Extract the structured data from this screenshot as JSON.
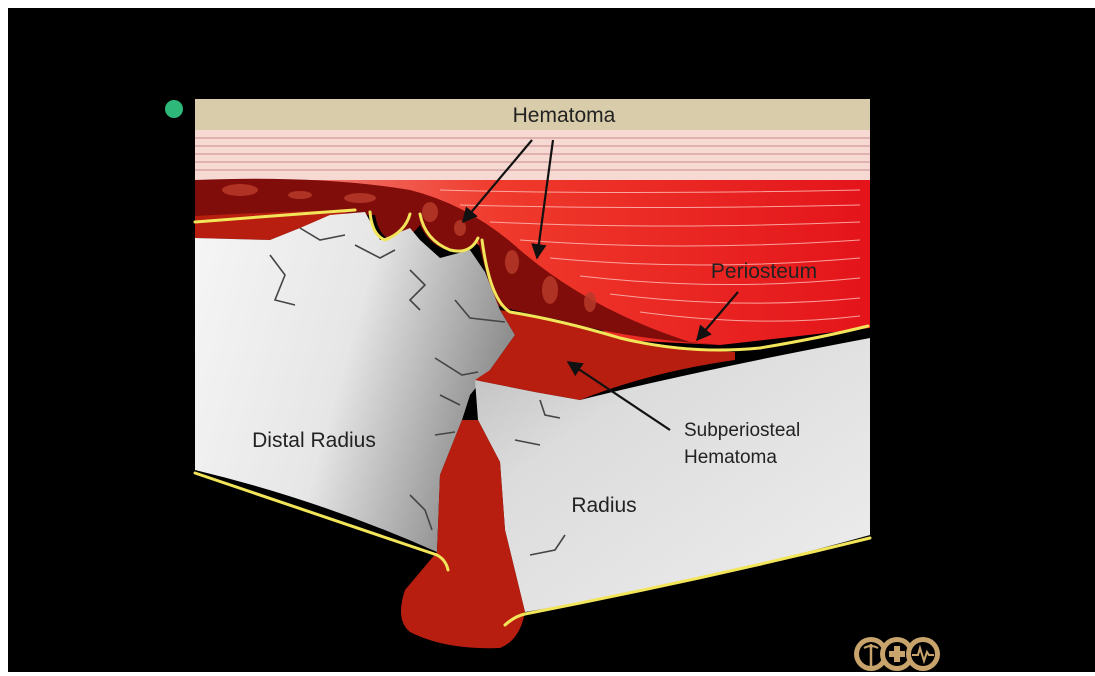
{
  "labels": {
    "hematoma": "Hematoma",
    "periosteum": "Periosteum",
    "subperiosteal_line1": "Subperiosteal",
    "subperiosteal_line2": "Hematoma",
    "distal_radius": "Distal Radius",
    "radius": "Radius"
  },
  "icons": {
    "indicator": "green-dot-icon",
    "logo": [
      "caduceus-icon",
      "medical-cross-icon",
      "heartbeat-icon"
    ]
  },
  "colors": {
    "background": "#000000",
    "skin": "#d8ccaa",
    "muscle": "#e8261f",
    "hematoma": "#b81e10",
    "dark_hematoma": "#800d0a",
    "periosteum": "#f2e55a",
    "bone": "#e8e8e8",
    "indicator": "#2eb87a",
    "logo": "#c8a46c"
  }
}
